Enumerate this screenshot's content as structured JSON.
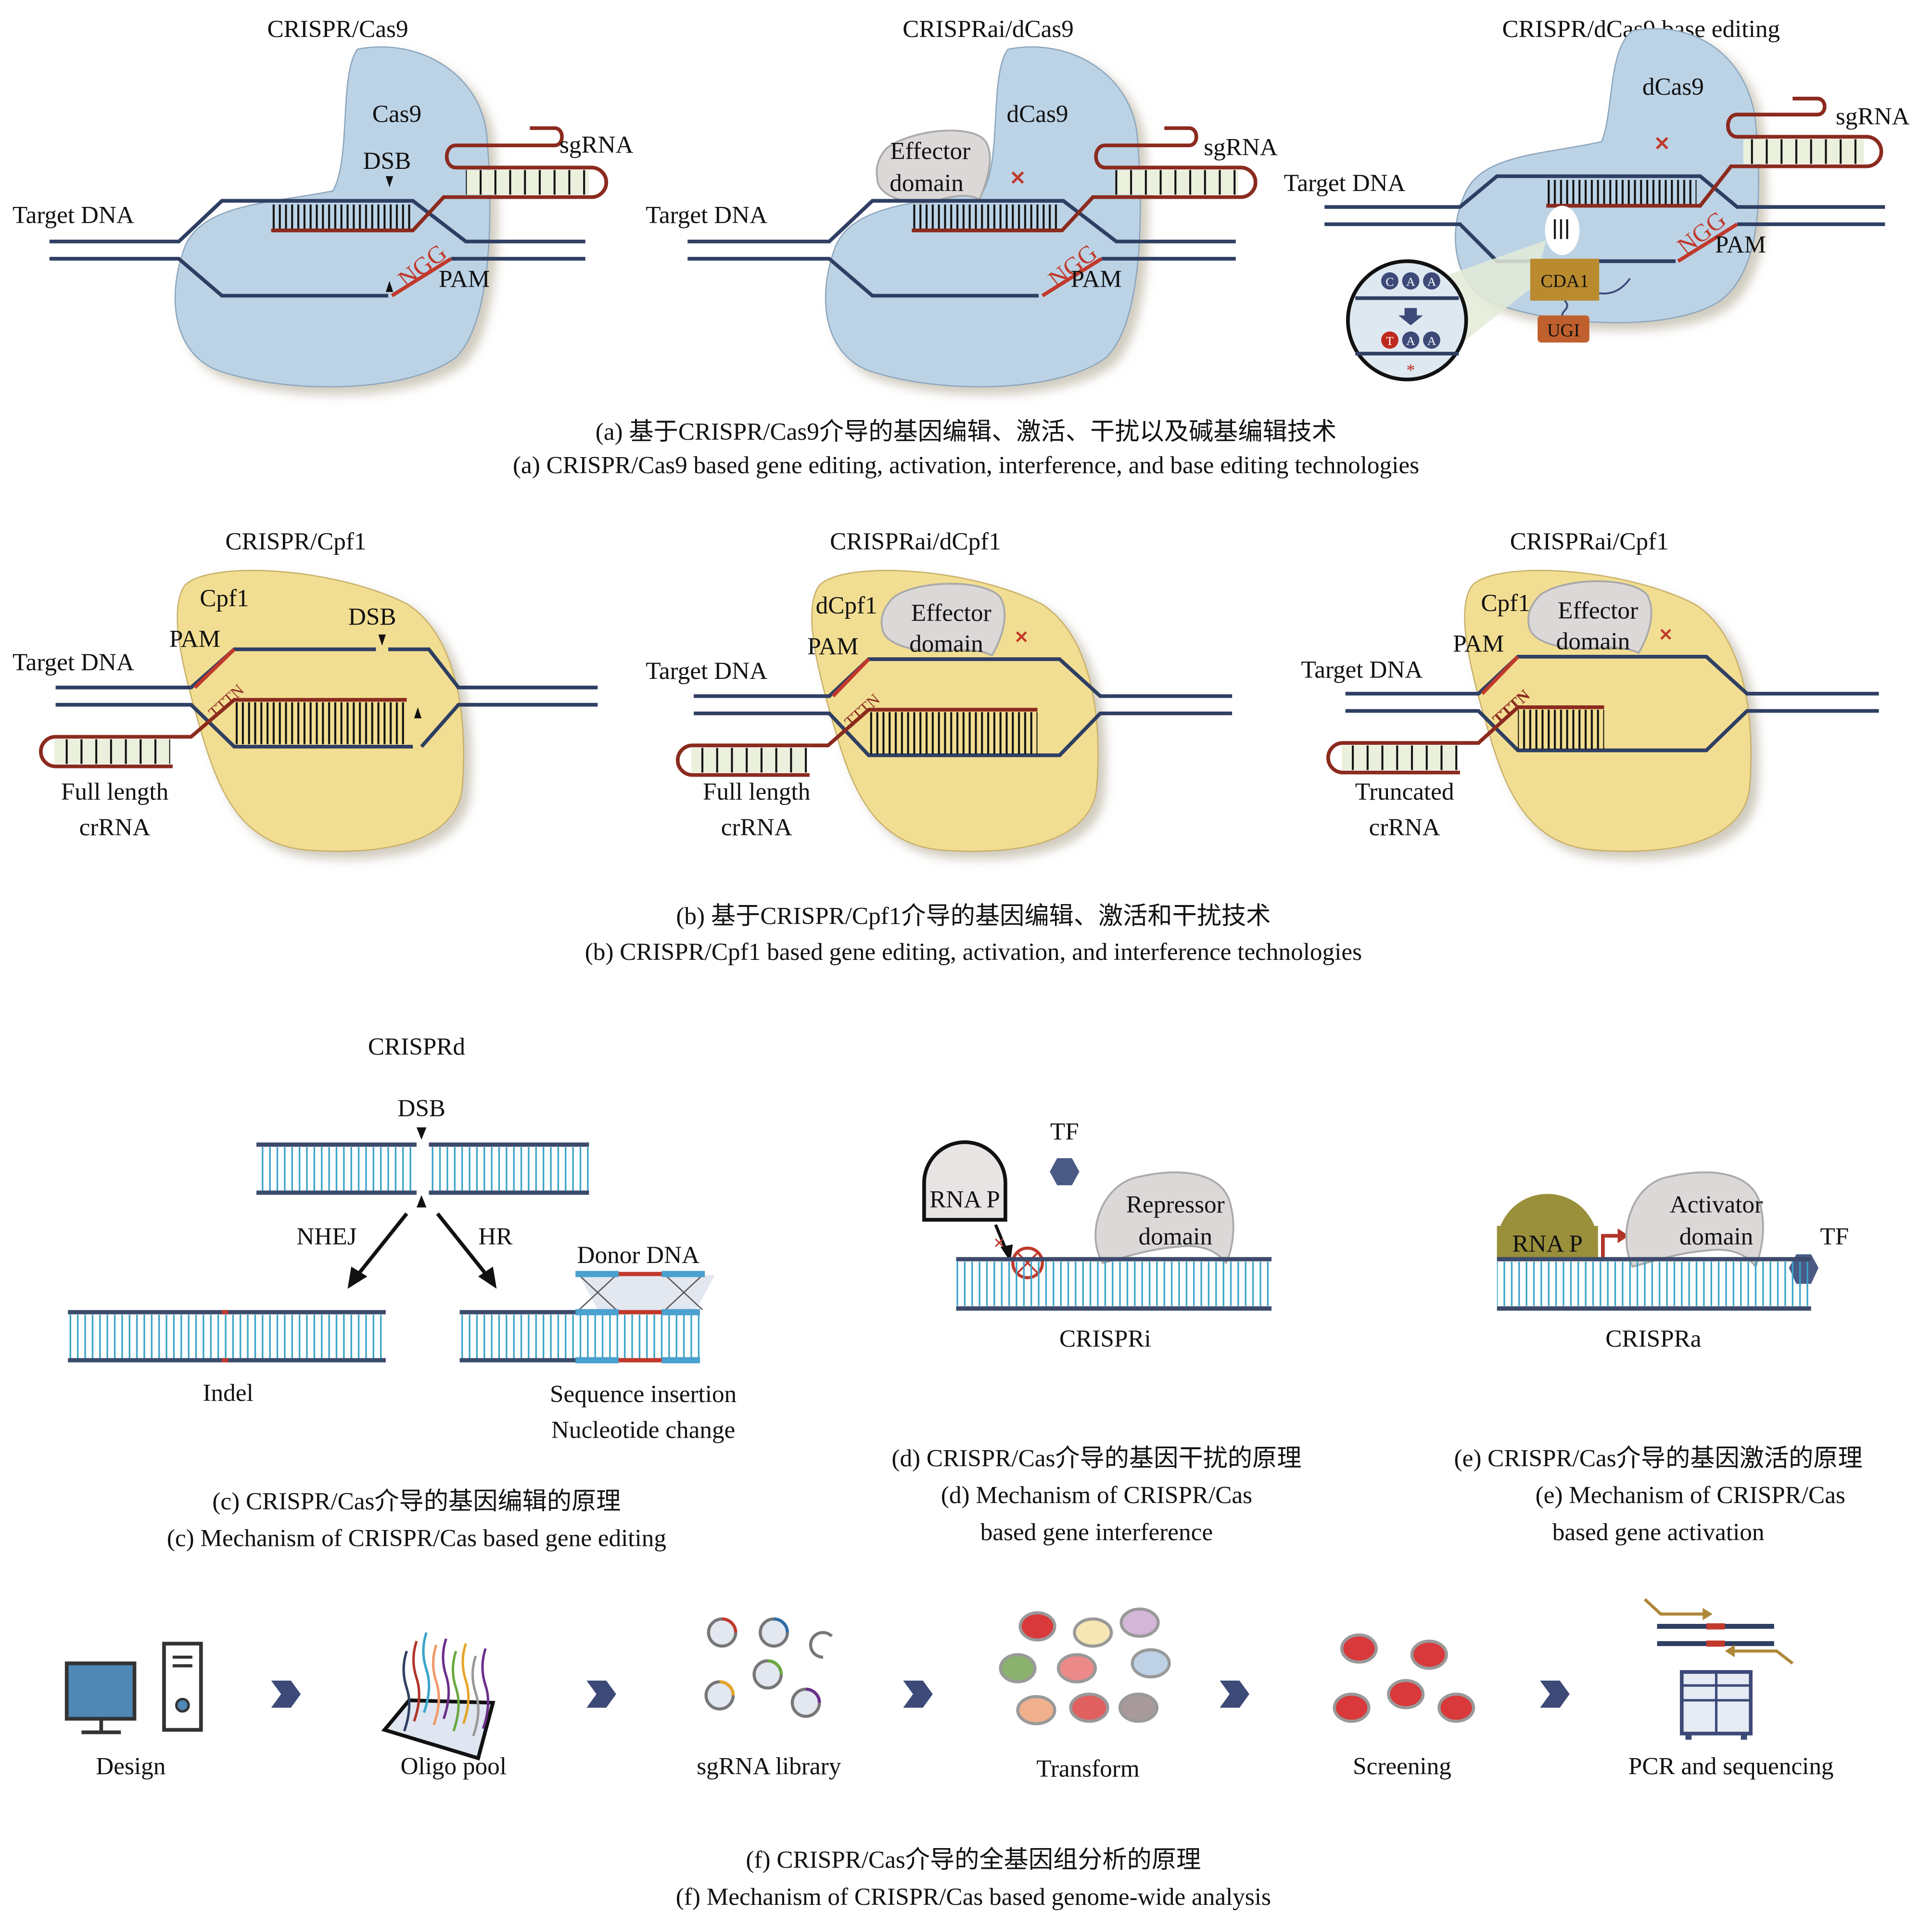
{
  "panel_a": {
    "cas9": {
      "title": "CRISPR/Cas9",
      "protein": "Cas9",
      "dsb": "DSB",
      "sgrna": "sgRNA",
      "target": "Target DNA",
      "ngg": "NGG",
      "pam": "PAM"
    },
    "dcas9_ai": {
      "title": "CRISPRai/dCas9",
      "protein": "dCas9",
      "effector_line1": "Effector",
      "effector_line2": "domain",
      "sgrna": "sgRNA",
      "target": "Target DNA",
      "ngg": "NGG",
      "pam": "PAM"
    },
    "base_editing": {
      "title": "CRISPR/dCas9 base editing",
      "protein": "dCas9",
      "sgrna": "sgRNA",
      "target": "Target DNA",
      "ngg": "NGG",
      "pam": "PAM",
      "cda1": "CDA1",
      "ugi": "UGI",
      "bases_before": [
        "C",
        "A",
        "A"
      ],
      "bases_after": [
        "T",
        "A",
        "A"
      ],
      "asterisk": "*"
    },
    "caption_cn": "(a) 基于CRISPR/Cas9介导的基因编辑、激活、干扰以及碱基编辑技术",
    "caption_en": "(a) CRISPR/Cas9 based gene editing, activation, interference, and base editing technologies"
  },
  "panel_b": {
    "cpf1": {
      "title": "CRISPR/Cpf1",
      "protein": "Cpf1",
      "dsb": "DSB",
      "pam": "PAM",
      "target": "Target DNA",
      "tttn": "TTTN",
      "crrna_line1": "Full length",
      "crrna_line2": "crRNA"
    },
    "dcpf1_ai": {
      "title": "CRISPRai/dCpf1",
      "protein": "dCpf1",
      "effector_line1": "Effector",
      "effector_line2": "domain",
      "pam": "PAM",
      "target": "Target DNA",
      "tttn": "TTTN",
      "crrna_line1": "Full length",
      "crrna_line2": "crRNA"
    },
    "cpf1_ai": {
      "title": "CRISPRai/Cpf1",
      "protein": "Cpf1",
      "effector_line1": "Effector",
      "effector_line2": "domain",
      "pam": "PAM",
      "target": "Target DNA",
      "tttn": "TTTN",
      "crrna_line1": "Truncated",
      "crrna_line2": "crRNA"
    },
    "caption_cn": "(b) 基于CRISPR/Cpf1介导的基因编辑、激活和干扰技术",
    "caption_en": "(b) CRISPR/Cpf1 based gene editing, activation, and interference technologies"
  },
  "panel_c": {
    "title": "CRISPRd",
    "dsb": "DSB",
    "nhej": "NHEJ",
    "hr": "HR",
    "donor": "Donor DNA",
    "indel": "Indel",
    "outcome_line1": "Sequence insertion",
    "outcome_line2": "Nucleotide change",
    "caption_cn": "(c) CRISPR/Cas介导的基因编辑的原理",
    "caption_en": "(c) Mechanism of CRISPR/Cas based gene editing"
  },
  "panel_d": {
    "tf": "TF",
    "rnap": "RNA P",
    "domain_line1": "Repressor",
    "domain_line2": "domain",
    "label": "CRISPRi",
    "caption_cn": "(d) CRISPR/Cas介导的基因干扰的原理",
    "caption_en_line1": "(d) Mechanism of CRISPR/Cas",
    "caption_en_line2": "based gene interference"
  },
  "panel_e": {
    "tf": "TF",
    "rnap": "RNA P",
    "domain_line1": "Activator",
    "domain_line2": "domain",
    "label": "CRISPRa",
    "caption_cn": "(e) CRISPR/Cas介导的基因激活的原理",
    "caption_en_line1": "(e) Mechanism of CRISPR/Cas",
    "caption_en_line2": "based gene activation"
  },
  "panel_f": {
    "steps": [
      {
        "label": "Design",
        "icon": "computer-icon"
      },
      {
        "label": "Oligo pool",
        "icon": "oligo-pool-icon"
      },
      {
        "label": "sgRNA library",
        "icon": "plasmid-library-icon"
      },
      {
        "label": "Transform",
        "icon": "yeast-cells-icon"
      },
      {
        "label": "Screening",
        "icon": "selected-cells-icon"
      },
      {
        "label": "PCR and sequencing",
        "icon": "sequencer-icon"
      }
    ],
    "caption_cn": "(f) CRISPR/Cas介导的全基因组分析的原理",
    "caption_en": "(f) Mechanism of CRISPR/Cas based genome-wide analysis"
  },
  "colors": {
    "cas9_body": "#bcd3e6",
    "cpf1_body": "#f2de92",
    "dna_strand": "#2f3f63",
    "rna_strand": "#8b2a1e",
    "pam_red": "#c0392b",
    "bp_blue": "#39a3c9",
    "effector": "#dcd8d8",
    "cda1": "#b98a2e",
    "ugi": "#c0602e",
    "rnap_olive": "#9a8f3b",
    "chevron": "#3d4a78"
  }
}
